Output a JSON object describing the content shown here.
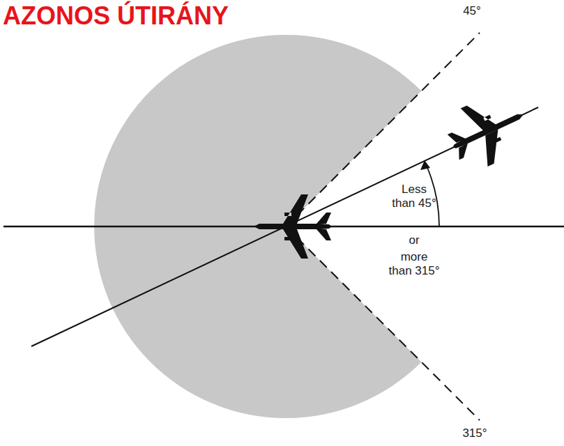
{
  "diagram": {
    "title": "AZONOS ÚTIRÁNY",
    "labels": [
      "45°",
      "Less than 45°",
      "or",
      "more than 315°",
      "315°"
    ]
  }
}
